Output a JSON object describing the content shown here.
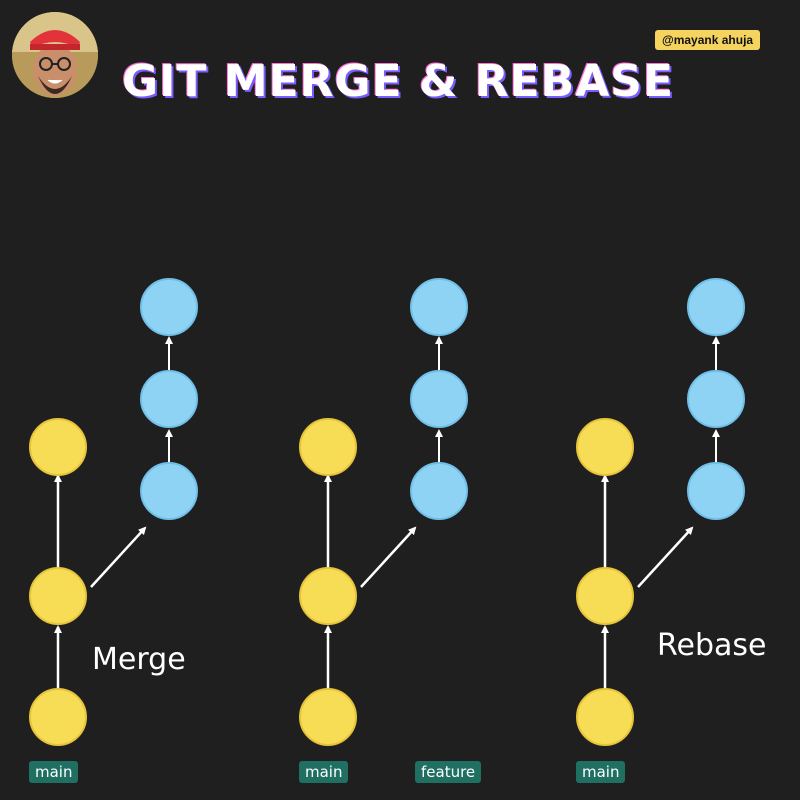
{
  "header": {
    "title": "GIT MERGE & REBASE",
    "handle": "@mayank ahuja"
  },
  "colors": {
    "main_commit": "#f7dc55",
    "feature_commit": "#8fd3f4",
    "label_bg": "#1f6f63",
    "arrow": "#ffffff",
    "background": "#1f1f1f"
  },
  "panels": [
    {
      "operation": "Merge",
      "branch_labels": [
        "main"
      ]
    },
    {
      "operation": "",
      "branch_labels": [
        "main",
        "feature"
      ]
    },
    {
      "operation": "Rebase",
      "branch_labels": [
        "main"
      ]
    }
  ]
}
